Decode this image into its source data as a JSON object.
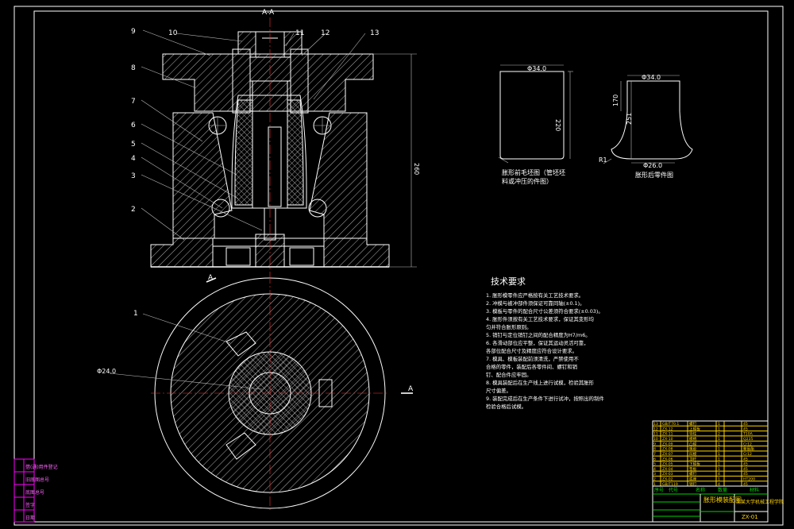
{
  "section": {
    "mark": "A-A",
    "arrow_label": "A"
  },
  "part_labels": [
    "1",
    "2",
    "3",
    "4",
    "5",
    "6",
    "7",
    "8",
    "9",
    "10",
    "11",
    "12",
    "13"
  ],
  "plan_label": "1",
  "dim": {
    "height": "260",
    "blank_top": "Φ34.0",
    "blank_h": "220",
    "part_top": "Φ34.0",
    "part_h1": "170",
    "part_h2": "251",
    "part_bottom": "Φ26.0",
    "part_r": "R1",
    "center_note": "Φ24.0"
  },
  "captions": {
    "blank": "胀形前毛坯图（管坯坯",
    "blank_line2": "料或冲压的件图）",
    "part": "胀形后零件图"
  },
  "tech": {
    "title": "技术要求",
    "items": [
      "1. 胀形模零件应严格按有关工艺技术要求。",
      "2. 冲模与被冲部件须保证可靠同轴(±0.1)。",
      "3. 模板与零件的配合尺寸公差须符合要求(±0.03)。",
      "4. 胀形件须按有关工艺技术要求，保证其变形均",
      "   匀并符合胀形原则。",
      "5. 销钉与定位销钉之间的配合精度为H7/m6。",
      "6. 各滑动部位应平整，保证其运动灵活可靠，",
      "   各部位配合尺寸及精度应符合设计要求。",
      "7. 模具、模板装配前须清洗，严禁使用不",
      "   合格的零件，装配后各零件间、螺钉和销",
      "   钉、配合件应牢固。",
      "8. 模具装配后在生产线上进行试模，检验其胀形",
      "   尺寸偏差。",
      "9. 装配完成后在生产条件下进行试冲，按照出的制件",
      "   检验合格后试模。"
    ]
  },
  "title_block": {
    "drawing_title": "胀形模装配图",
    "school": "某某大学机械工程学院",
    "code": "ZX-01",
    "bom_rows": [
      [
        "13",
        "GB/T70.1",
        "螺钉",
        "1",
        "45"
      ],
      [
        "12",
        "ZX-12",
        "上模板",
        "1",
        "45"
      ],
      [
        "11",
        "ZX-11",
        "导柱",
        "2",
        "T10A"
      ],
      [
        "10",
        "ZX-10",
        "模柄",
        "1",
        "Q235"
      ],
      [
        "9",
        "ZX-09",
        "凸模",
        "1",
        "Cr12"
      ],
      [
        "8",
        "ZX-08",
        "橡胶",
        "1",
        "聚氨酯"
      ],
      [
        "7",
        "ZX-07",
        "凹模",
        "1",
        "Cr12"
      ],
      [
        "6",
        "ZX-06",
        "顶杆",
        "1",
        "45"
      ],
      [
        "5",
        "ZX-05",
        "下模板",
        "1",
        "45"
      ],
      [
        "4",
        "ZX-04",
        "垫板",
        "1",
        "45"
      ],
      [
        "3",
        "ZX-03",
        "螺钉",
        "4",
        "45"
      ],
      [
        "2",
        "ZX-02",
        "底座",
        "1",
        "HT200"
      ],
      [
        "1",
        "GB/T119",
        "销钉",
        "4",
        "45"
      ]
    ],
    "header": [
      "序号",
      "代号",
      "名称",
      "数量",
      "材料"
    ]
  },
  "side_strip": [
    "借(通)用件登记",
    "旧底图总号",
    "底图总号",
    "签字",
    "日期"
  ],
  "colors": {
    "background": "#000000",
    "line": "#ffffff",
    "center": "#ff3030",
    "title": "#ffd400",
    "strip": "#ff00ff"
  }
}
